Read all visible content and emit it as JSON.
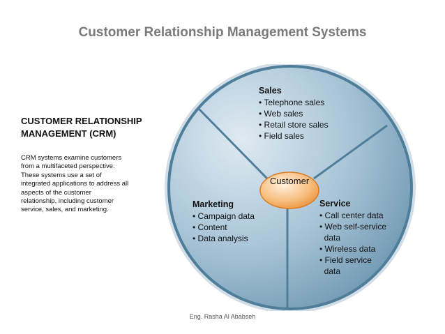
{
  "slide": {
    "title": "Customer Relationship Management Systems",
    "footer": "Eng. Rasha Al Ababseh"
  },
  "left_panel": {
    "heading_lines": [
      "CUSTOMER RELATIONSHIP",
      "MANAGEMENT (CRM)"
    ],
    "body_lines": [
      "CRM systems examine customers",
      "from a multifaceted perspective.",
      "These systems use a set of",
      "integrated applications to address all",
      "aspects of the customer",
      "relationship, including customer",
      "service, sales, and marketing."
    ]
  },
  "diagram": {
    "hub": "Customer",
    "sales": {
      "title": "Sales",
      "items": [
        "Telephone sales",
        "Web sales",
        "Retail store sales",
        "Field sales"
      ]
    },
    "marketing": {
      "title": "Marketing",
      "items": [
        "Campaign data",
        "Content",
        "Data analysis"
      ]
    },
    "service": {
      "title": "Service",
      "lines": [
        {
          "text": "Call center data",
          "bullet": true
        },
        {
          "text": "Web self-service",
          "bullet": true
        },
        {
          "text": "data",
          "bullet": false
        },
        {
          "text": "Wireless data",
          "bullet": true
        },
        {
          "text": "Field service",
          "bullet": true
        },
        {
          "text": "data",
          "bullet": false
        }
      ]
    },
    "colors": {
      "background": "#cfdce6",
      "disc_light": "#c5d9e6",
      "disc_mid": "#8fb1c7",
      "disc_dark": "#5d88a4",
      "ring": "#4a7894",
      "hub_light": "#fde2c4",
      "hub_dark": "#ef9a45"
    }
  }
}
